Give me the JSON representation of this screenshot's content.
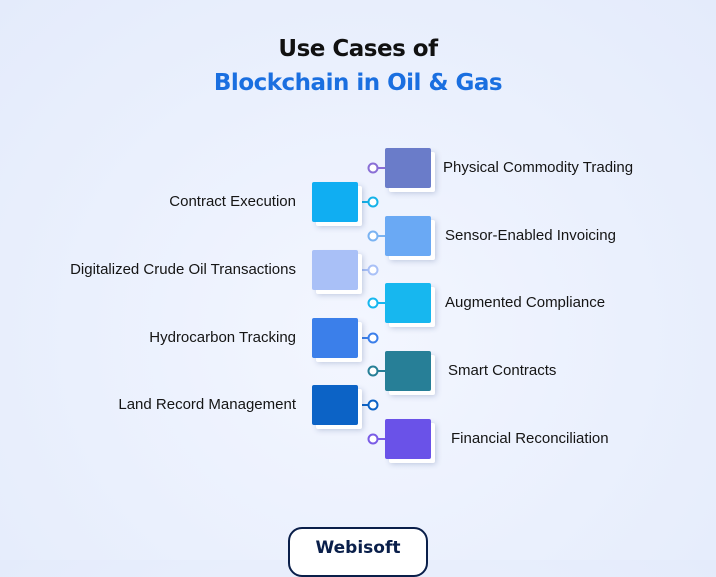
{
  "title": {
    "line1": "Use Cases of",
    "line2": "Blockchain in Oil & Gas"
  },
  "use_cases": [
    {
      "label": "Physical Commodity Trading",
      "side": "right",
      "color": "#6a7cc9",
      "node_color": "#8a6fd6"
    },
    {
      "label": "Contract Execution",
      "side": "left",
      "color": "#10aef2",
      "node_color": "#15b2e8"
    },
    {
      "label": "Sensor-Enabled Invoicing",
      "side": "right",
      "color": "#6aa9f4",
      "node_color": "#7ab3f2"
    },
    {
      "label": "Digitalized Crude Oil Transactions",
      "side": "left",
      "color": "#a9c0f7",
      "node_color": "#a9c0f7"
    },
    {
      "label": "Augmented Compliance",
      "side": "right",
      "color": "#17b7ef",
      "node_color": "#17b7ef"
    },
    {
      "label": "Hydrocarbon Tracking",
      "side": "left",
      "color": "#3b7fea",
      "node_color": "#3b7fea"
    },
    {
      "label": "Smart Contracts",
      "side": "right",
      "color": "#277f97",
      "node_color": "#277f97"
    },
    {
      "label": "Land Record Management",
      "side": "left",
      "color": "#0c63c6",
      "node_color": "#0c63c6"
    },
    {
      "label": "Financial Reconciliation",
      "side": "right",
      "color": "#6a52e8",
      "node_color": "#7a5ce6"
    }
  ],
  "brand": {
    "name": "Webisoft"
  },
  "colors": {
    "title_dark": "#111111",
    "title_accent": "#1a6fe0",
    "spine_top": "#6a7cc9",
    "spine_bottom": "#6a52e8"
  }
}
